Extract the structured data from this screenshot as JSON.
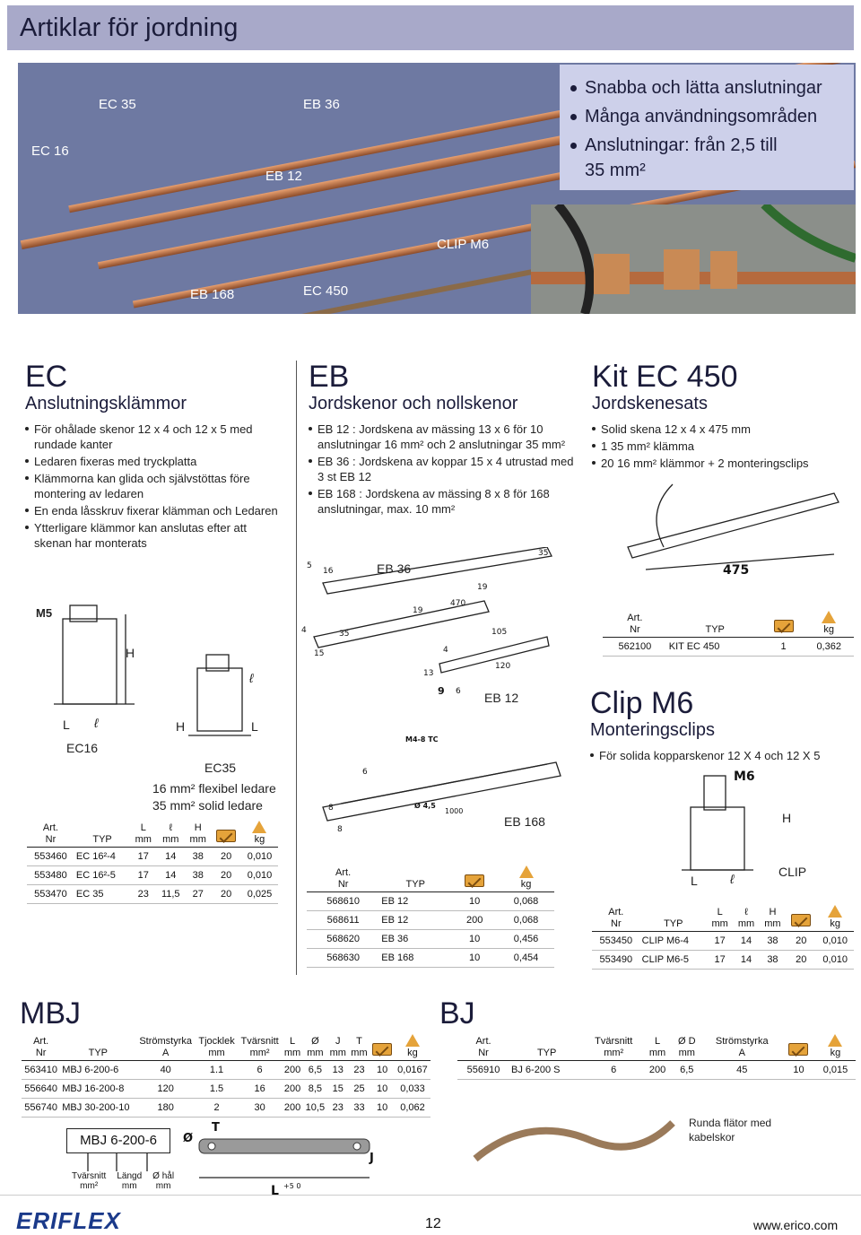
{
  "page_title": "Artiklar för jordning",
  "hero": {
    "labels": [
      "EC 16",
      "EC 35",
      "EB 36",
      "EB 12",
      "CLIP M6",
      "EB 168",
      "EC 450"
    ],
    "bullets": [
      "Snabba och lätta anslutningar",
      "Många användningsområden",
      "Anslutningar: från 2,5 till",
      "35 mm²"
    ]
  },
  "ec": {
    "title": "EC",
    "subtitle": "Anslutningsklämmor",
    "bullets": [
      "För ohålade skenor 12 x 4 och 12 x 5 med rundade kanter",
      "Ledaren fixeras med tryckplatta",
      "Klämmorna kan glida och självstöttas före montering av ledaren",
      "En enda låsskruv fixerar klämman och Ledaren",
      "Ytterligare klämmor kan anslutas efter att skenan har monterats"
    ],
    "drawing_labels": {
      "m5": "M5",
      "h": "H",
      "l": "L",
      "ell": "ℓ",
      "ec16": "EC16",
      "h2": "H",
      "l2": "L",
      "ell2": "ℓ",
      "ec35": "EC35"
    },
    "notes": [
      "16 mm² flexibel ledare",
      "35 mm² solid ledare"
    ],
    "table": {
      "headers": [
        "Art. Nr",
        "TYP",
        "L mm",
        "ℓ mm",
        "H mm",
        "",
        ""
      ],
      "h_art1": "Art.",
      "h_art2": "Nr",
      "h_typ": "TYP",
      "h_L": "L",
      "h_l": "ℓ",
      "h_H": "H",
      "h_mm": "mm",
      "h_kg": "kg",
      "rows": [
        [
          "553460",
          "EC 16²-4",
          "17",
          "14",
          "38",
          "20",
          "0,010"
        ],
        [
          "553480",
          "EC 16²-5",
          "17",
          "14",
          "38",
          "20",
          "0,010"
        ],
        [
          "553470",
          "EC 35",
          "23",
          "11,5",
          "27",
          "20",
          "0,025"
        ]
      ]
    }
  },
  "eb": {
    "title": "EB",
    "subtitle": "Jordskenor och nollskenor",
    "bullets": [
      "EB 12 : Jordskena av mässing 13 x 6 för 10 anslutningar 16 mm² och 2 anslutningar 35 mm²",
      "EB 36 : Jordskena av koppar 15 x 4 utrustad med 3 st EB 12",
      "EB 168 : Jordskena av mässing 8 x 8 för 168 anslutningar, max. 10 mm²"
    ],
    "drawing_labels": {
      "eb36": "EB 36",
      "eb12": "EB 12",
      "eb168": "EB 168",
      "d5": "5",
      "d16": "16",
      "d35a": "35",
      "d4": "4",
      "d35b": "35",
      "d15": "15",
      "d19a": "19",
      "d470": "470",
      "d19b": "19",
      "d105": "105",
      "d4b": "4",
      "d13": "13",
      "d120": "120",
      "d9": "9",
      "d6": "6",
      "m4": "M4-8 TC",
      "d6b": "6",
      "d8a": "8",
      "d8b": "8",
      "d45": "Ø 4,5",
      "d1000": "1000"
    },
    "table": {
      "h_art1": "Art.",
      "h_art2": "Nr",
      "h_typ": "TYP",
      "h_kg": "kg",
      "rows": [
        [
          "568610",
          "EB 12",
          "10",
          "0,068"
        ],
        [
          "568611",
          "EB 12",
          "200",
          "0,068"
        ],
        [
          "568620",
          "EB 36",
          "10",
          "0,456"
        ],
        [
          "568630",
          "EB 168",
          "10",
          "0,454"
        ]
      ]
    }
  },
  "kit": {
    "title": "Kit EC 450",
    "subtitle": "Jordskenesats",
    "bullets": [
      "Solid skena 12 x 4 x 475 mm",
      "1 35 mm² klämma",
      "20 16 mm² klämmor + 2 monteringsclips"
    ],
    "dim": "475",
    "table": {
      "h_art1": "Art.",
      "h_art2": "Nr",
      "h_typ": "TYP",
      "h_kg": "kg",
      "rows": [
        [
          "562100",
          "KIT EC 450",
          "1",
          "0,362"
        ]
      ]
    }
  },
  "clip": {
    "title": "Clip M6",
    "subtitle": "Monteringsclips",
    "bullets": [
      "För solida kopparskenor 12 X 4 och 12 X 5"
    ],
    "drawing_labels": {
      "m6": "M6",
      "h": "H",
      "l": "L",
      "ell": "ℓ",
      "clip": "CLIP"
    },
    "table": {
      "h_art1": "Art.",
      "h_art2": "Nr",
      "h_typ": "TYP",
      "h_L": "L",
      "h_l": "ℓ",
      "h_H": "H",
      "h_mm": "mm",
      "h_kg": "kg",
      "rows": [
        [
          "553450",
          "CLIP M6-4",
          "17",
          "14",
          "38",
          "20",
          "0,010"
        ],
        [
          "553490",
          "CLIP M6-5",
          "17",
          "14",
          "38",
          "20",
          "0,010"
        ]
      ]
    }
  },
  "mbj": {
    "title": "MBJ",
    "table": {
      "h_art1": "Art.",
      "h_art2": "Nr",
      "h_typ": "TYP",
      "h_str": "Strömstyrka",
      "h_A": "A",
      "h_tj": "Tjocklek",
      "h_tv": "Tvärsnitt",
      "h_mm": "mm",
      "h_mm2": "mm²",
      "h_L": "L",
      "h_O": "Ø",
      "h_J": "J",
      "h_T": "T",
      "h_kg": "kg",
      "rows": [
        [
          "563410",
          "MBJ 6-200-6",
          "40",
          "1.1",
          "6",
          "200",
          "6,5",
          "13",
          "23",
          "10",
          "0,0167"
        ],
        [
          "556640",
          "MBJ 16-200-8",
          "120",
          "1.5",
          "16",
          "200",
          "8,5",
          "15",
          "25",
          "10",
          "0,033"
        ],
        [
          "556740",
          "MBJ 30-200-10",
          "180",
          "2",
          "30",
          "200",
          "10,5",
          "23",
          "33",
          "10",
          "0,062"
        ]
      ]
    },
    "box_label": "MBJ 6-200-6",
    "legend": [
      {
        "a": "Tvärsnitt",
        "b": "mm²"
      },
      {
        "a": "Längd",
        "b": "mm"
      },
      {
        "a": "Ø hål",
        "b": "mm"
      }
    ],
    "drawing_labels": {
      "t": "T",
      "o": "Ø",
      "j": "J",
      "l": "L",
      "tol": "+5 0"
    }
  },
  "bj": {
    "title": "BJ",
    "table": {
      "h_art1": "Art.",
      "h_art2": "Nr",
      "h_typ": "TYP",
      "h_tv": "Tvärsnitt",
      "h_mm2": "mm²",
      "h_L": "L",
      "h_mm": "mm",
      "h_OD": "Ø D",
      "h_str": "Strömstyrka",
      "h_A": "A",
      "h_kg": "kg",
      "rows": [
        [
          "556910",
          "BJ 6-200 S",
          "6",
          "200",
          "6,5",
          "45",
          "10",
          "0,015"
        ]
      ]
    },
    "caption": "Runda flätor med kabelskor"
  },
  "footer": {
    "logo": "ERIFLEX",
    "page": "12",
    "url": "www.erico.com"
  },
  "colors": {
    "title_bg": "#a8a9c9",
    "accent": "#1b1c3a",
    "bullet_box": "#cdd0ea",
    "icon": "#e5a33a"
  }
}
